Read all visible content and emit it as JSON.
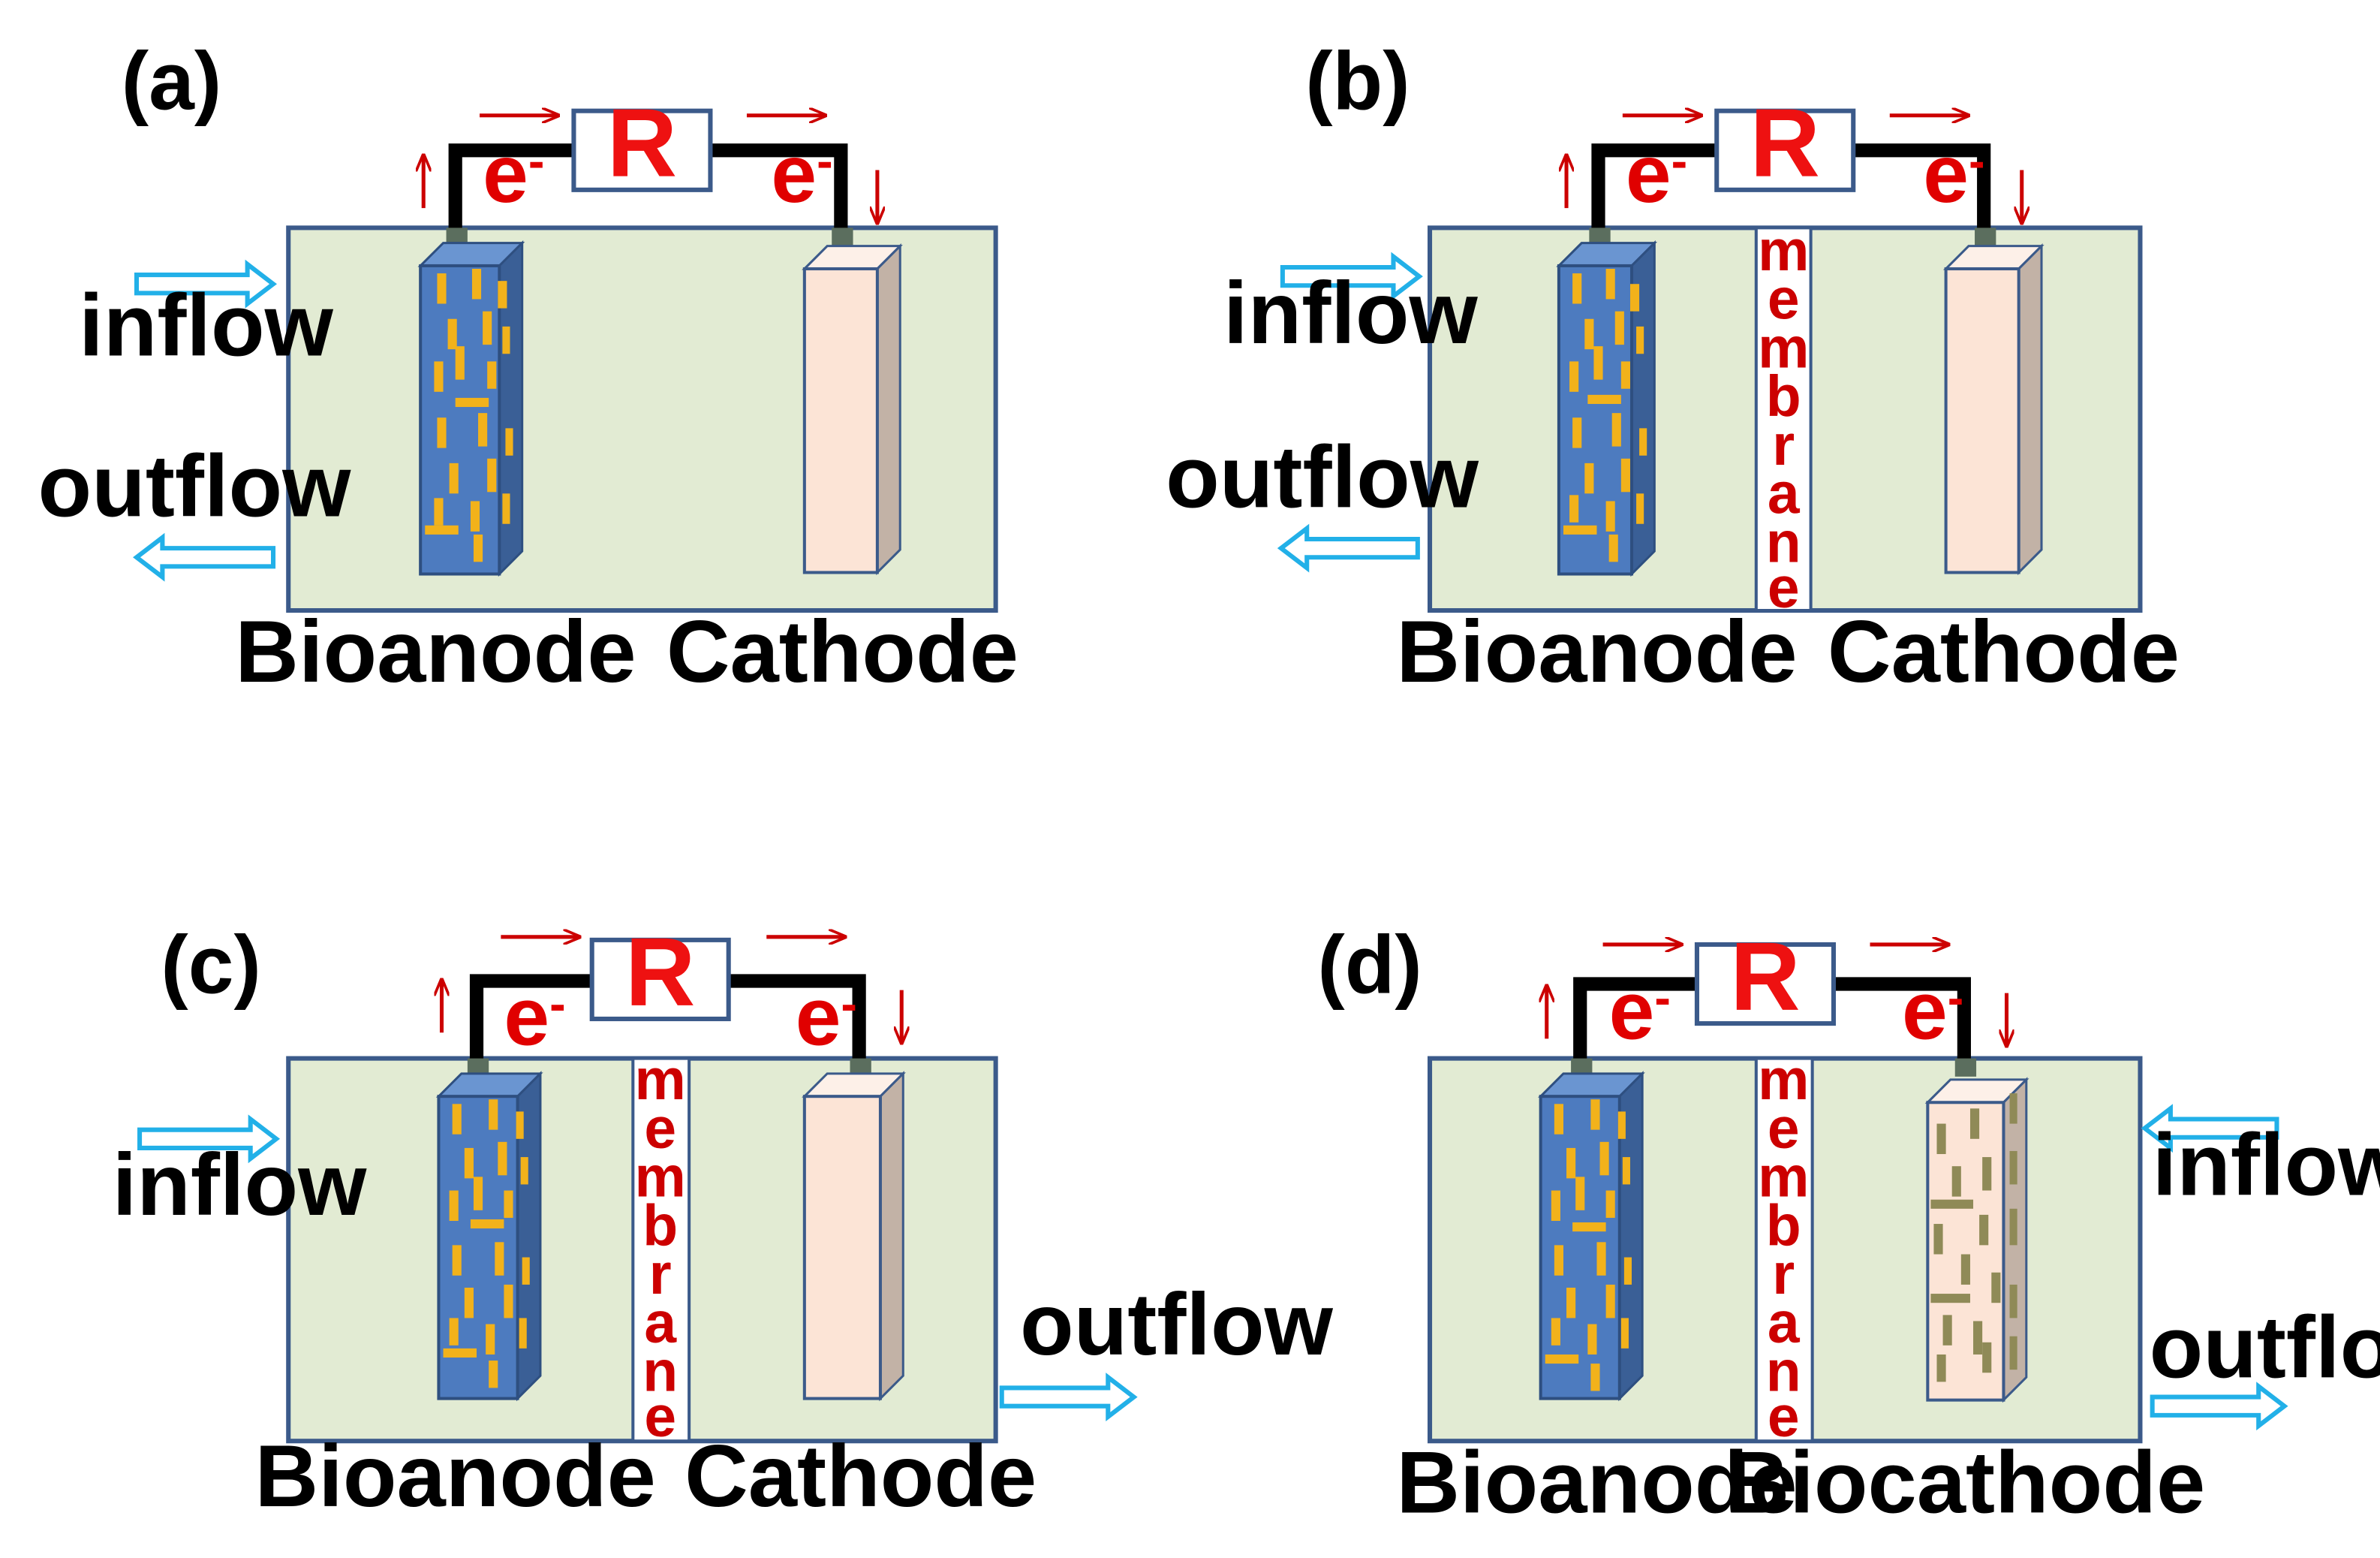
{
  "colors": {
    "chamber_fill": "#e2ebd3",
    "chamber_stroke": "#3b5a8a",
    "bioanode_front": "#4d7bbf",
    "bioanode_side": "#3a5f96",
    "bacteria_anode": "#f2b21b",
    "bacteria_cathode": "#8f8a57",
    "cathode_front": "#fce4d6",
    "cathode_side": "#c2b2a6",
    "wire": "#000000",
    "electron_arrow": "#cc0000",
    "flow_arrow": "#22b0e8",
    "membrane_text": "#cc0000"
  },
  "panels": [
    {
      "label": "(a)",
      "resistor": "R",
      "electron_left": "e",
      "electron_right": "e",
      "electron_sup": "-",
      "membrane": null,
      "inflow": "inflow",
      "outflow": "outflow",
      "anode_label": "Bioanode",
      "cathode_label": "Cathode",
      "biocathode": false
    },
    {
      "label": "(b)",
      "resistor": "R",
      "electron_left": "e",
      "electron_right": "e",
      "electron_sup": "-",
      "membrane": [
        "m",
        "e",
        "m",
        "b",
        "r",
        "a",
        "n",
        "e"
      ],
      "inflow": "inflow",
      "outflow": "outflow",
      "anode_label": "Bioanode",
      "cathode_label": "Cathode",
      "biocathode": false
    },
    {
      "label": "(c)",
      "resistor": "R",
      "electron_left": "e",
      "electron_right": "e",
      "electron_sup": "-",
      "membrane": [
        "m",
        "e",
        "m",
        "b",
        "r",
        "a",
        "n",
        "e"
      ],
      "inflow": "inflow",
      "outflow": "outflow",
      "anode_label": "Bioanode",
      "cathode_label": "Cathode",
      "biocathode": false
    },
    {
      "label": "(d)",
      "resistor": "R",
      "electron_left": "e",
      "electron_right": "e",
      "electron_sup": "-",
      "membrane": [
        "m",
        "e",
        "m",
        "b",
        "r",
        "a",
        "n",
        "e"
      ],
      "inflow": "inflow",
      "outflow": "outflow",
      "anode_label": "Bioanode",
      "cathode_label": "Biocathode",
      "biocathode": true
    }
  ]
}
